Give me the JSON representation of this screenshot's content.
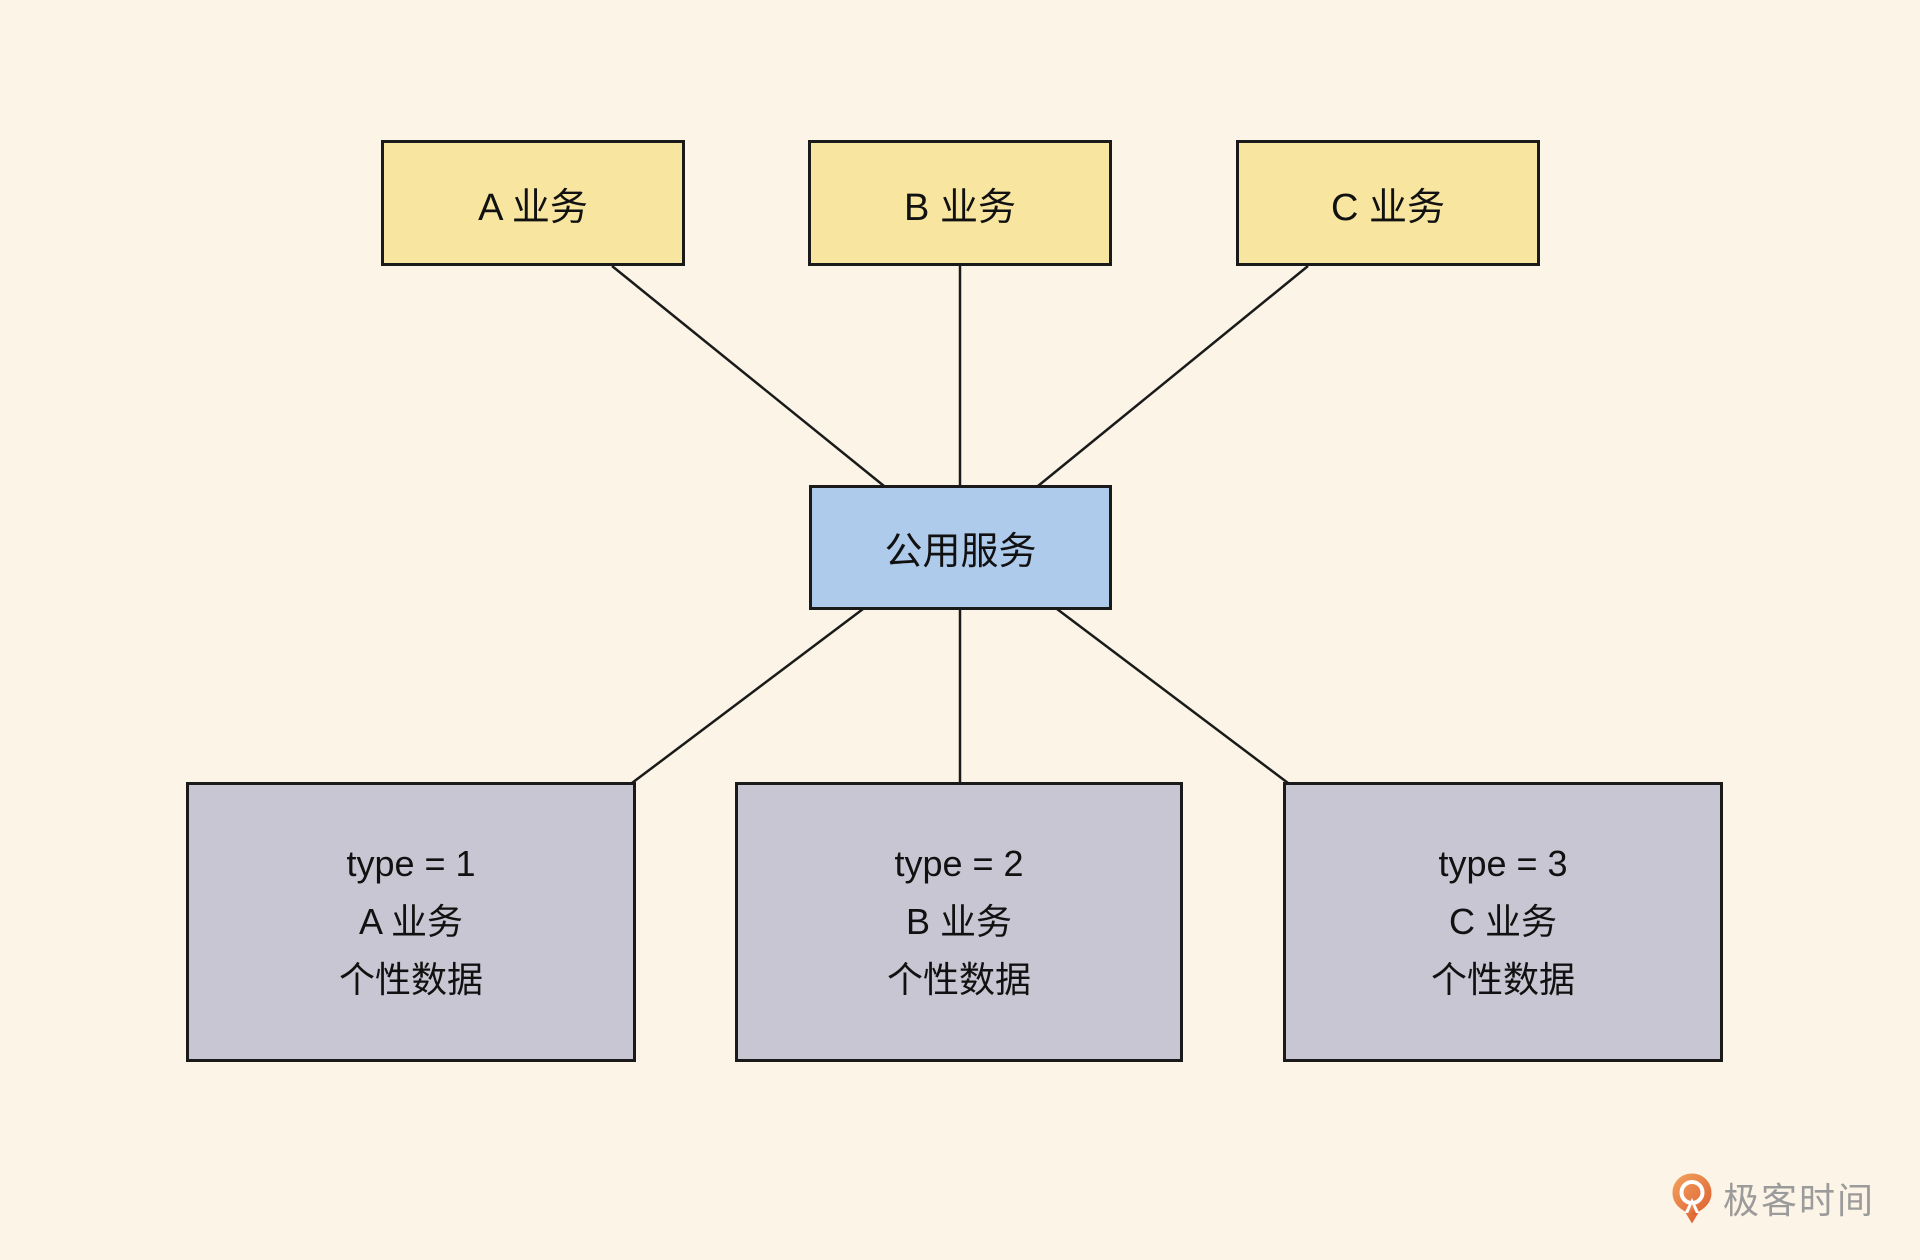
{
  "diagram": {
    "top_nodes": [
      {
        "id": "A",
        "label": "A 业务"
      },
      {
        "id": "B",
        "label": "B 业务"
      },
      {
        "id": "C",
        "label": "C 业务"
      }
    ],
    "center_node": {
      "label": "公用服务"
    },
    "bottom_nodes": [
      {
        "lines": [
          "type = 1",
          "A 业务",
          "个性数据"
        ]
      },
      {
        "lines": [
          "type = 2",
          "B 业务",
          "个性数据"
        ]
      },
      {
        "lines": [
          "type = 3",
          "C 业务",
          "个性数据"
        ]
      }
    ]
  },
  "branding": {
    "name": "极客时间",
    "icon": "geektime-pin-icon",
    "icon_gradient_start": "#F2A45F",
    "icon_gradient_end": "#DD5E2F",
    "text_color": "#9B9B9B"
  },
  "colors": {
    "background": "#FCF4E6",
    "top_node_fill": "#F8E5A0",
    "center_node_fill": "#AECBEC",
    "bottom_node_fill": "#C7C6D2",
    "border_and_lines": "#1A1A1A"
  }
}
